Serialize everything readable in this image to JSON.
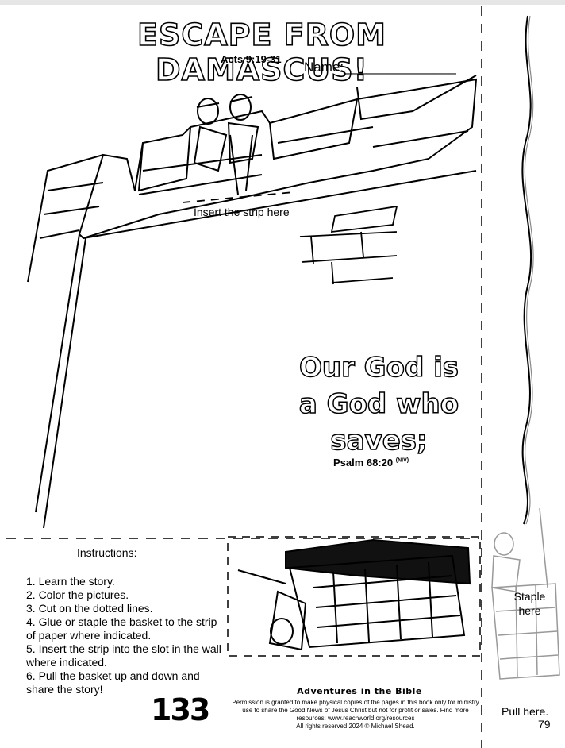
{
  "title": "ESCAPE FROM DAMASCUS!",
  "reference": "Acts 9:19-31",
  "name_label": "Name:_______________",
  "strip_label": "Insert the strip here",
  "verse": {
    "lines": [
      "Our God is",
      "a God who",
      "saves;"
    ],
    "reference": "Psalm 68:20",
    "version": "(NIV)"
  },
  "instructions": {
    "title": "Instructions:",
    "steps": [
      "1. Learn the story.",
      "2. Color the pictures.",
      "3. Cut on the dotted lines.",
      "4. Glue or staple the basket to the strip of paper where indicated.",
      "5. Insert the strip into the slot in the wall where indicated.",
      "6. Pull the basket up and down and share the story!"
    ]
  },
  "footer": {
    "brand": "Adventures in the Bible",
    "permission": "Permission is granted to make physical copies of the pages in this book only for ministry use to share the Good News of Jesus Christ but not for profit or sales. Find more resources: www.reachworld.org/resources",
    "rights": "All rights reserved 2024 © Michael Shead.",
    "page_number": "133"
  },
  "strip": {
    "staple_label": "Staple here",
    "pull_label": "Pull here.",
    "page_number": "79"
  }
}
